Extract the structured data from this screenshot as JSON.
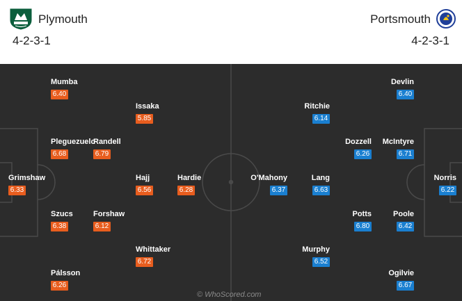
{
  "header": {
    "home": {
      "name": "Plymouth",
      "formation": "4-2-3-1",
      "crest_icon": "plymouth-crest-icon",
      "color": "#0b5e3c"
    },
    "away": {
      "name": "Portsmouth",
      "formation": "4-2-3-1",
      "crest_icon": "portsmouth-crest-icon",
      "color": "#1f3f99"
    }
  },
  "colors": {
    "home_rating": "#e85d1e",
    "away_rating": "#1a7fd0",
    "pitch": "#2c2c2c",
    "lines": "#4a4a4a"
  },
  "home_players": [
    {
      "name": "Mumba",
      "rating": "6.40"
    },
    {
      "name": "Issaka",
      "rating": "5.85"
    },
    {
      "name": "Pleguezuelo",
      "rating": "6.68"
    },
    {
      "name": "Randell",
      "rating": "6.79"
    },
    {
      "name": "Grimshaw",
      "rating": "6.33"
    },
    {
      "name": "Hajj",
      "rating": "6.56"
    },
    {
      "name": "Hardie",
      "rating": "6.28"
    },
    {
      "name": "Szucs",
      "rating": "6.38"
    },
    {
      "name": "Forshaw",
      "rating": "6.12"
    },
    {
      "name": "Whittaker",
      "rating": "6.72"
    },
    {
      "name": "Pálsson",
      "rating": "6.26"
    }
  ],
  "away_players": [
    {
      "name": "Devlin",
      "rating": "6.40"
    },
    {
      "name": "Ritchie",
      "rating": "6.14"
    },
    {
      "name": "Dozzell",
      "rating": "6.26"
    },
    {
      "name": "McIntyre",
      "rating": "6.71"
    },
    {
      "name": "O'Mahony",
      "rating": "6.37"
    },
    {
      "name": "Lang",
      "rating": "6.63"
    },
    {
      "name": "Norris",
      "rating": "6.22"
    },
    {
      "name": "Potts",
      "rating": "6.80"
    },
    {
      "name": "Poole",
      "rating": "6.42"
    },
    {
      "name": "Murphy",
      "rating": "6.52"
    },
    {
      "name": "Ogilvie",
      "rating": "6.67"
    }
  ],
  "watermark": "© WhoScored.com"
}
